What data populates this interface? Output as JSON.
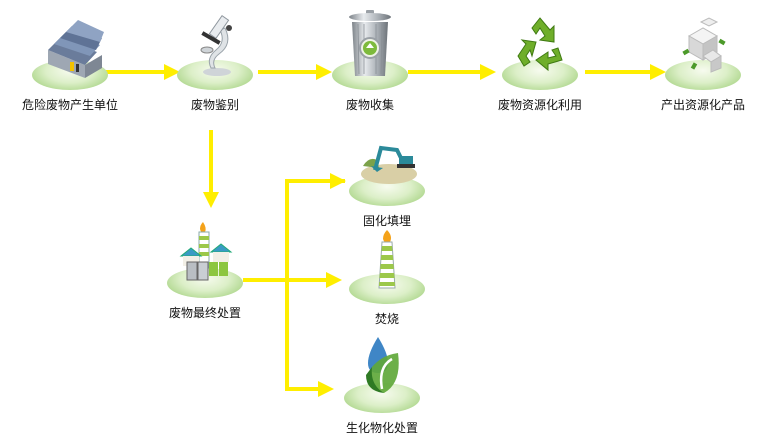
{
  "diagram": {
    "title": "",
    "arrow_color": "#ffee00",
    "nodes": [
      {
        "id": "source",
        "label": "危险废物产生单位",
        "icon": "factory-icon"
      },
      {
        "id": "identify",
        "label": "废物鉴别",
        "icon": "microscope-icon"
      },
      {
        "id": "collect",
        "label": "废物收集",
        "icon": "trash-can-icon"
      },
      {
        "id": "reuse",
        "label": "废物资源化利用",
        "icon": "recycle-icon"
      },
      {
        "id": "product",
        "label": "产出资源化产品",
        "icon": "cube-product-icon"
      },
      {
        "id": "final",
        "label": "废物最终处置",
        "icon": "disposal-plant-icon"
      },
      {
        "id": "landfill",
        "label": "固化填埋",
        "icon": "excavator-icon"
      },
      {
        "id": "incinerate",
        "label": "焚烧",
        "icon": "chimney-flame-icon"
      },
      {
        "id": "bio",
        "label": "生化物化处置",
        "icon": "leaf-drop-icon"
      }
    ],
    "edges": [
      {
        "from": "source",
        "to": "identify"
      },
      {
        "from": "identify",
        "to": "collect"
      },
      {
        "from": "collect",
        "to": "reuse"
      },
      {
        "from": "reuse",
        "to": "product"
      },
      {
        "from": "identify",
        "to": "final"
      },
      {
        "from": "final",
        "to": "landfill"
      },
      {
        "from": "final",
        "to": "incinerate"
      },
      {
        "from": "final",
        "to": "bio"
      }
    ]
  }
}
